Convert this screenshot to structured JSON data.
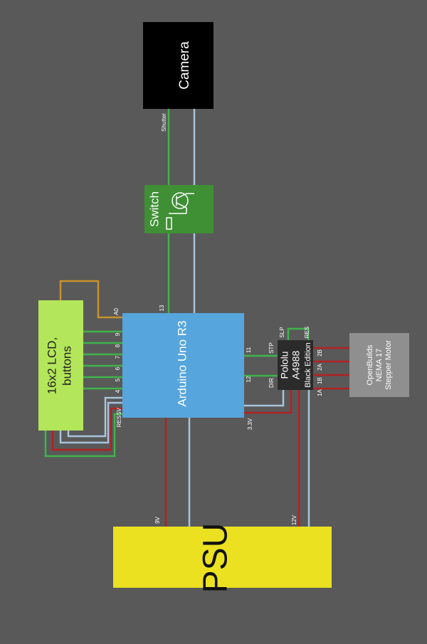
{
  "components": {
    "camera": "Camera",
    "switch": "Switch",
    "lcd": "16x2 LCD,\nbuttons",
    "arduino": "Arduino Uno R3",
    "driver": {
      "line1": "Pololu",
      "line2": "A4988",
      "line3": "Black Edition"
    },
    "motor": {
      "line1": "OpenBuilds",
      "line2": "NEMA 17",
      "line3": "Stepper Motor"
    },
    "psu": "PSU"
  },
  "pins": {
    "shutter": "Shutter",
    "pin13": "13",
    "a0": "A0",
    "lcd_pins": [
      "9",
      "8",
      "7",
      "6",
      "5",
      "4"
    ],
    "res_lcd": "RES",
    "v5": "5V",
    "pin11": "11",
    "pin12": "12",
    "v33": "3.3V",
    "stp": "STP",
    "dir": "DIR",
    "slp": "SLP",
    "res_drv": "RES",
    "coil": [
      "2B",
      "2A",
      "1B",
      "1A"
    ],
    "v9": "9V",
    "v12": "12V"
  },
  "colors": {
    "background": "#595959",
    "camera": "#000000",
    "switch": "#3f8f35",
    "lcd": "#b3e65a",
    "arduino": "#56a5dc",
    "driver": "#2b2b2b",
    "motor": "#8f8f8f",
    "psu": "#ebe121",
    "wire_green": "#3eb44a",
    "wire_blue": "#a8c4dc",
    "wire_red": "#b22222",
    "wire_orange": "#c8912e"
  }
}
